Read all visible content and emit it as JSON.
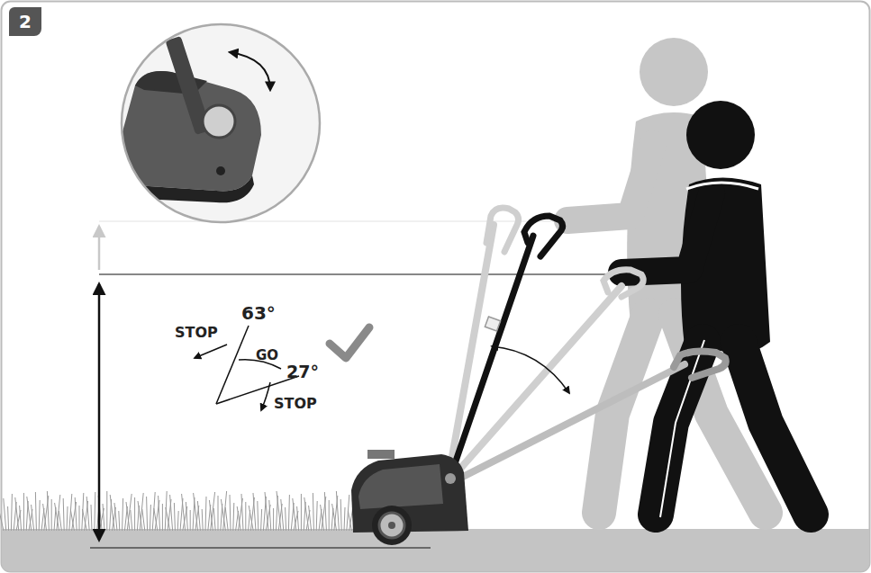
{
  "diagram": {
    "labels": [
      "2",
      "STOP",
      "63°",
      "GO",
      "27°",
      "STOP"
    ]
  }
}
